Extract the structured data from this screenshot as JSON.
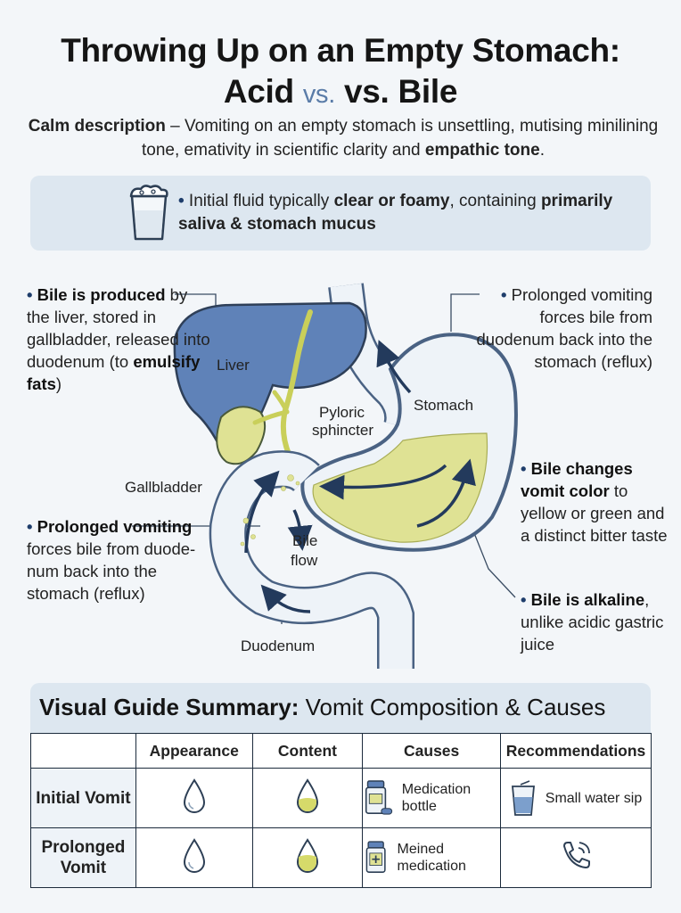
{
  "title": {
    "line1": "Throwing Up on an Empty Stomach:",
    "line2_main": "Acid",
    "line2_small": "vs.",
    "line2_end": "vs. Bile"
  },
  "intro": {
    "bold": "Calm description",
    "text1": " – Vomiting on an empty stomach is unsettling, mutising minilining tone, emativity in scientific clarity and ",
    "bold2": "empathic tone",
    "end": "."
  },
  "info": {
    "bullet": "•",
    "t1": " Initial fluid typically ",
    "b1": "clear or foamy",
    "t2": ", containing ",
    "b2": "primarily saliva & stomach mucus",
    "icon": "foamy-glass-icon"
  },
  "callouts": {
    "left1": {
      "bullet": "•",
      "b1": "Bile is produced",
      "t1": " by the liver, stored in gallbladder, released into duodenum (to ",
      "b2": "emulsify fats",
      "t2": ")"
    },
    "right1": {
      "bullet": "•",
      "t1": "Prolonged vomiting forces bile from duodenum back into the stomach (reflux)"
    },
    "right2": {
      "bullet": "•",
      "b1": "Bile changes vomit color",
      "t1": " to yellow or green and a distinct bitter taste"
    },
    "right3": {
      "bullet": "•",
      "b1": "Bile is alkaline",
      "t1": ", unlike acidic gastric juice"
    },
    "left2": {
      "bullet": "•",
      "b1": "Prolonged vomiting",
      "t1": " forces bile from duode-num back into the stomach (reflux)"
    }
  },
  "diagram_labels": {
    "liver": "Liver",
    "gallbladder": "Gallbladder",
    "pyloric1": "Pyloric",
    "pyloric2": "sphincter",
    "stomach": "Stomach",
    "bile1": "Bile",
    "bile2": "flow",
    "duodenum": "Duodenum"
  },
  "colors": {
    "liver": "#5f82b8",
    "bile": "#dfe294",
    "organ_outline": "#4a6283",
    "arrow": "#233a5c",
    "panel": "#dde7f0"
  },
  "summary": {
    "title_bold": "Visual Guide Summary:",
    "title_rest": " Vomit Composition & Causes",
    "headers": [
      "",
      "Appearance",
      "Content",
      "Causes",
      "Recommendations"
    ],
    "rows": [
      {
        "label": "Initial Vomit",
        "appearance_icon": "clear-drop-icon",
        "content_icon": "yellow-drop-icon",
        "cause_icon": "medication-bottle-icon",
        "cause_text": "Medication bottle",
        "rec_icon": "water-glass-icon",
        "rec_text": "Small water sip"
      },
      {
        "label": "Prolonged Vomit",
        "appearance_icon": "clear-drop-icon",
        "content_icon": "yellow-drop-icon",
        "cause_icon": "medication-bottle-icon",
        "cause_text": "Meined medication",
        "rec_icon": "phone-call-icon",
        "rec_text": ""
      }
    ]
  }
}
